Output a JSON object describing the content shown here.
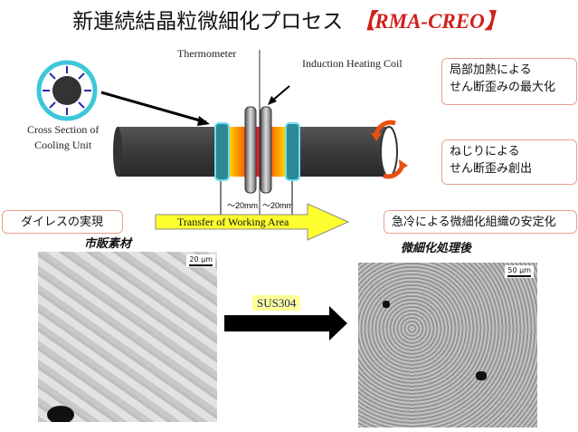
{
  "title": {
    "main": "新連続結晶粒微細化プロセス",
    "brand": "【RMA-CREO】"
  },
  "diagram": {
    "thermometer": "Thermometer",
    "coil": "Induction Heating Coil",
    "cross_section": "Cross Section of\nCooling Unit",
    "dim_left": "～20mm",
    "dim_right": "～20mm",
    "transfer": "Transfer of Working Area"
  },
  "notes": {
    "local_heating": "局部加熱による\nせん断歪みの最大化",
    "torsion": "ねじりによる\nせん断歪み創出",
    "dieless": "ダイレスの実現",
    "quench": "急冷による微細化組織の安定化"
  },
  "micrographs": {
    "before_caption": "市販素材",
    "before_scale": "20 μm",
    "after_caption": "微細化処理後",
    "after_scale": "50 μm",
    "material": "SUS304"
  }
}
